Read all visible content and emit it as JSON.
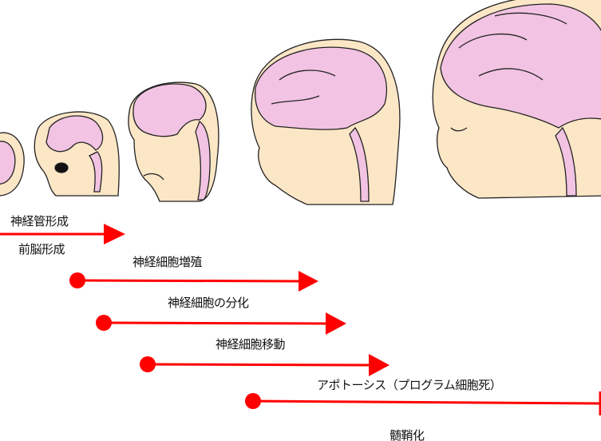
{
  "colors": {
    "arrow": "#ff0000",
    "skin": "#fbe6c6",
    "brain": "#f2c3e2",
    "outline": "#222222"
  },
  "stages": [
    {
      "label": "神経管形成"
    },
    {
      "label": "前脳形成"
    },
    {
      "label": "神経細胞増殖"
    },
    {
      "label": "神経細胞の分化"
    },
    {
      "label": "神経細胞移動"
    },
    {
      "label": "アポトーシス（プログラム細胞死）"
    },
    {
      "label": "髄鞘化"
    }
  ]
}
